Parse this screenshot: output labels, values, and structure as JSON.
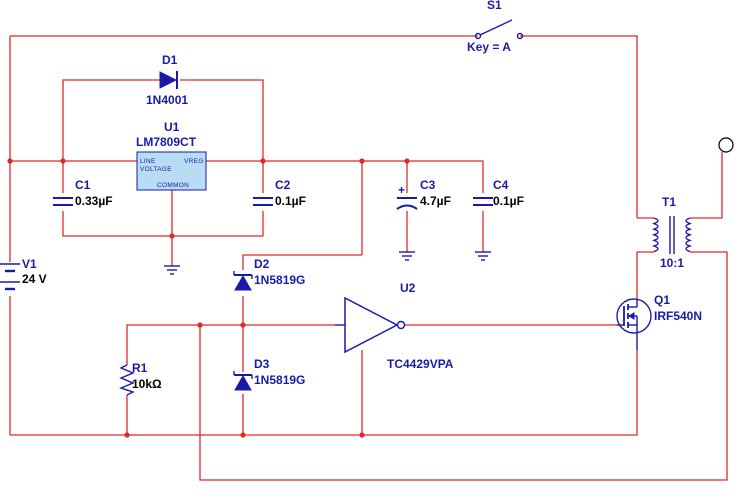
{
  "components": {
    "s1": {
      "ref": "S1",
      "value": "Key = A"
    },
    "d1": {
      "ref": "D1",
      "value": "1N4001"
    },
    "u1": {
      "ref": "U1",
      "value": "LM7809CT",
      "pin_in": "LINE",
      "pin_in2": "VOLTAGE",
      "pin_out": "VREG",
      "pin_com": "COMMON"
    },
    "c1": {
      "ref": "C1",
      "value": "0.33µF"
    },
    "c2": {
      "ref": "C2",
      "value": "0.1µF"
    },
    "c3": {
      "ref": "C3",
      "value": "4.7µF",
      "polarity": "+"
    },
    "c4": {
      "ref": "C4",
      "value": "0.1µF"
    },
    "v1": {
      "ref": "V1",
      "value": "24 V"
    },
    "d2": {
      "ref": "D2",
      "value": "1N5819G"
    },
    "d3": {
      "ref": "D3",
      "value": "1N5819G"
    },
    "u2": {
      "ref": "U2",
      "value": "TC4429VPA"
    },
    "r1": {
      "ref": "R1",
      "value": "10kΩ"
    },
    "t1": {
      "ref": "T1",
      "value": "10:1"
    },
    "q1": {
      "ref": "Q1",
      "value": "IRF540N"
    }
  },
  "colors": {
    "wire": "#e0282a",
    "component": "#1a1aa8",
    "regulator_body": "#b8dcf3",
    "value_text": "#000000"
  }
}
